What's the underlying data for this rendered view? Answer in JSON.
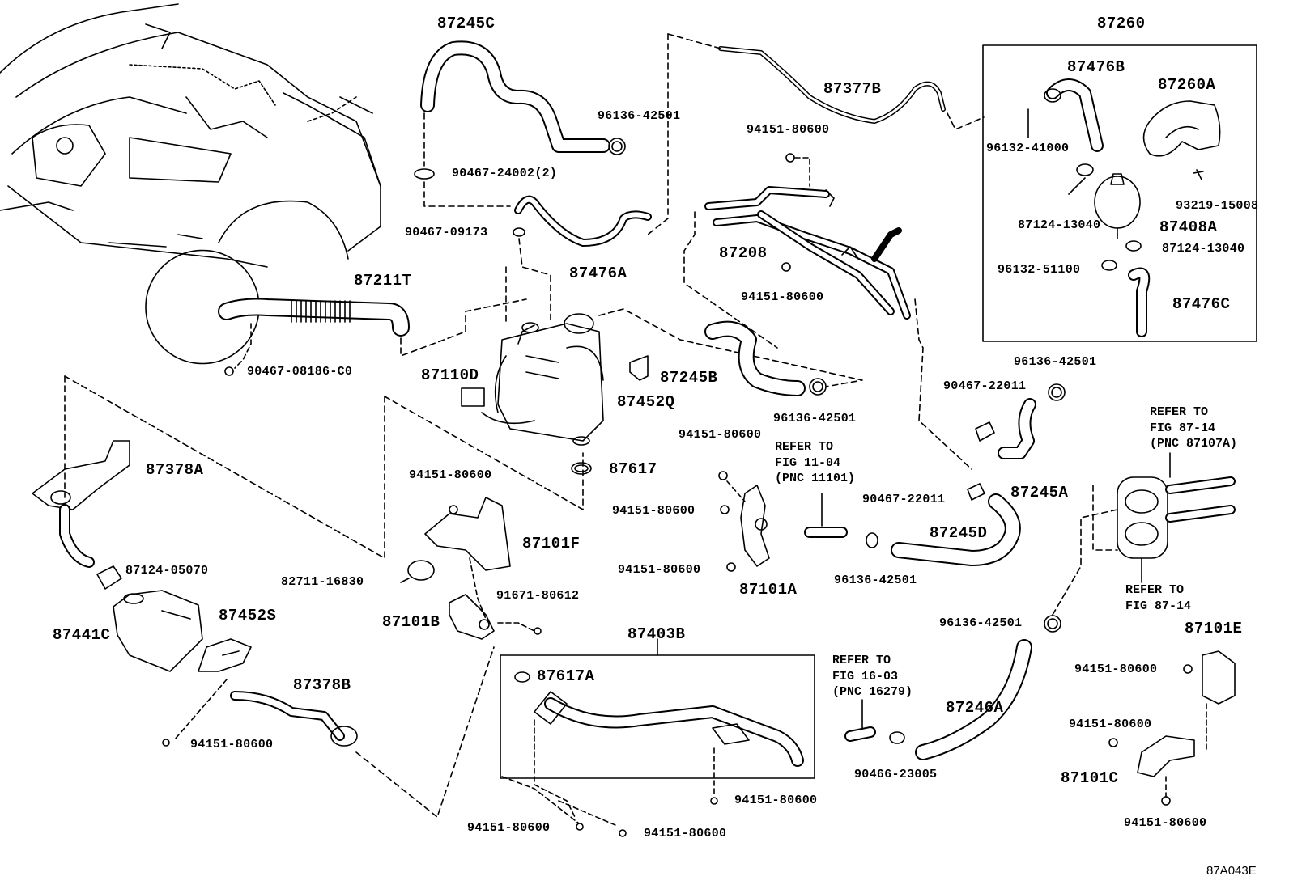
{
  "labels": {
    "p87245C": "87245C",
    "p87260": "87260",
    "p87476B": "87476B",
    "p87260A": "87260A",
    "p96136_42501_a": "96136-42501",
    "p87377B": "87377B",
    "p96132_41000": "96132-41000",
    "p94151_80600_a": "94151-80600",
    "p90467_24002": "90467-24002(2)",
    "p93219_15008": "93219-15008",
    "p90467_09173": "90467-09173",
    "p87124_13040_a": "87124-13040",
    "p87408A": "87408A",
    "p87208": "87208",
    "p87124_13040_b": "87124-13040",
    "p87476A": "87476A",
    "p96132_51100": "96132-51100",
    "p87211T": "87211T",
    "p94151_80600_b": "94151-80600",
    "p87476C": "87476C",
    "p90467_08186": "90467-08186-C0",
    "p96136_42501_b": "96136-42501",
    "p87110D": "87110D",
    "p87245B": "87245B",
    "p90467_22011_a": "90467-22011",
    "p87452Q": "87452Q",
    "p96136_42501_c": "96136-42501",
    "p87245A": "87245A",
    "p94151_80600_c": "94151-80600",
    "p87378A": "87378A",
    "p87617": "87617",
    "p94151_80600_d": "94151-80600",
    "p90467_22011_b": "90467-22011",
    "p94151_80600_e": "94151-80600",
    "p87245D": "87245D",
    "p87101F": "87101F",
    "p87124_05070": "87124-05070",
    "p82711_16830": "82711-16830",
    "p94151_80600_f": "94151-80600",
    "p96136_42501_d": "96136-42501",
    "p87101A": "87101A",
    "p91671_80612": "91671-80612",
    "p87101B": "87101B",
    "p87452S": "87452S",
    "p87441C": "87441C",
    "p96136_42501_e": "96136-42501",
    "p87403B": "87403B",
    "p87101E": "87101E",
    "p87617A": "87617A",
    "p94151_80600_g": "94151-80600",
    "p87378B": "87378B",
    "p87246A": "87246A",
    "p94151_80600_h": "94151-80600",
    "p94151_80600_i": "94151-80600",
    "p90466_23005": "90466-23005",
    "p87101C": "87101C",
    "p94151_80600_j": "94151-80600",
    "p94151_80600_k": "94151-80600",
    "p94151_80600_l": "94151-80600",
    "p94151_80600_m": "94151-80600"
  },
  "refs": {
    "fig_11_04": [
      "REFER TO",
      "FIG 11-04",
      "(PNC 11101)"
    ],
    "fig_87_14_top": [
      "REFER TO",
      "FIG 87-14",
      "(PNC 87107A)"
    ],
    "fig_87_14_bottom": [
      "REFER TO",
      "FIG 87-14"
    ],
    "fig_16_03": [
      "REFER TO",
      "FIG 16-03",
      "(PNC 16279)"
    ]
  },
  "diagram_code": "87A043E",
  "colors": {
    "line": "#000000",
    "background": "#ffffff"
  }
}
